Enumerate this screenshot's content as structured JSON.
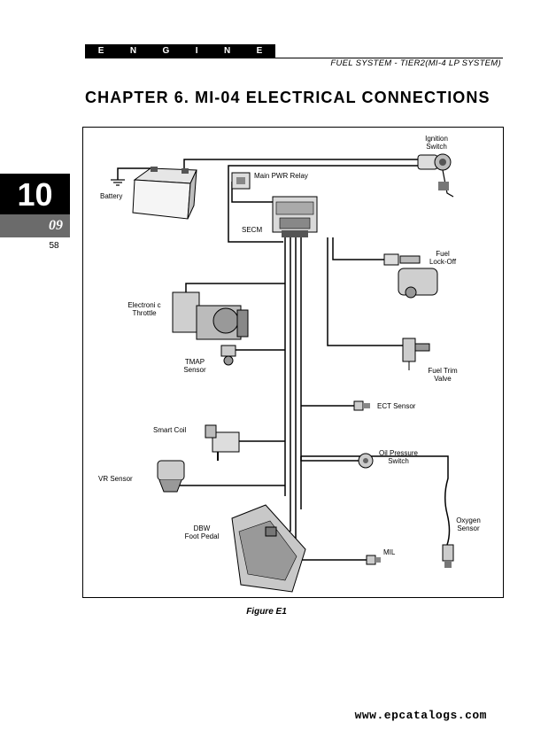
{
  "header": {
    "section_letters": [
      "E",
      "N",
      "G",
      "I",
      "N",
      "E"
    ],
    "subtitle": "FUEL SYSTEM - TIER2(MI-4 LP SYSTEM)"
  },
  "chapter_title": "CHAPTER 6. MI-04 ELECTRICAL CONNECTIONS",
  "side_tab": {
    "chapter": "10",
    "sub": "09",
    "page": "58"
  },
  "diagram": {
    "labels": {
      "ignition_1": "Ignition",
      "ignition_2": "Switch",
      "battery": "Battery",
      "relay": "Main PWR Relay",
      "secm": "SECM",
      "fuel_1": "Fuel",
      "fuel_2": "Lock-Off",
      "throttle_1": "Electroni c",
      "throttle_2": "Throttle",
      "tmap_1": "TMAP",
      "tmap_2": "Sensor",
      "trim_1": "Fuel Trim",
      "trim_2": "Valve",
      "ect": "ECT Sensor",
      "coil": "Smart Coil",
      "oil_1": "Oil Pressure",
      "oil_2": "Switch",
      "vr": "VR Sensor",
      "oxy_1": "Oxygen",
      "oxy_2": "Sensor",
      "dbw_1": "DBW",
      "dbw_2": "Foot Pedal",
      "mil": "MIL"
    }
  },
  "figure_caption": "Figure  E1",
  "watermark": "www.epcatalogs.com"
}
